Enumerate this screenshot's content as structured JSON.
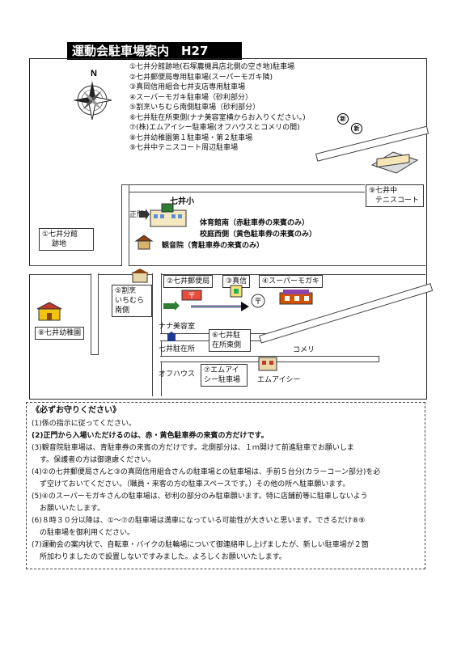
{
  "title": "運動会駐車場案内　H27",
  "map": {
    "north_label": "N",
    "legend": [
      "①七井分館跡地(石塚農機具店北側の空き地)駐車場",
      "②七井郵便局専用駐車場(スーパーモガキ隣)",
      "③真岡信用組合七井支店専用駐車場",
      "④スーパーモガキ駐車場（砂利部分）",
      "⑤割烹いちむら南側駐車場（砂利部分）",
      "⑥七井駐在所東側(ナナ美容室横からお入りください。)",
      "⑦(株)エムアイシー駐車場(オフハウスとコメリの間)",
      "⑧七井幼稚園第１駐車場・第２駐車場",
      "⑨七井中テニスコート周辺駐車場"
    ],
    "new_badge": "新",
    "labels": {
      "school": "七井小",
      "gate": "正門",
      "gym_south": "体育館南（赤駐車券の来賓のみ）",
      "school_west": "校庭西側（黄色駐車券の来賓のみ）",
      "kannonin": "観音院（青駐車券の来賓のみ）",
      "nanai_bunkan_1": "①七井分館",
      "nanai_bunkan_2": "跡地",
      "tennis_1": "⑨七井中",
      "tennis_2": "テニスコート",
      "post_office": "②七井郵便局",
      "shinshin": "③真信",
      "mogaki": "④スーパーモガキ",
      "ichimura_1": "⑤割烹",
      "ichimura_2": "いちむら",
      "ichimura_3": "南側",
      "kindergarten": "⑧七井幼稚園",
      "nana_salon": "ナナ美容室",
      "police_box": "七井駐在所",
      "police_east_1": "⑥七井駐",
      "police_east_2": "在所東側",
      "komeri": "コメリ",
      "offhouse": "オフハウス",
      "mic_box_1": "⑦エムアイ",
      "mic_box_2": "シー駐車場",
      "mic": "エムアイシー"
    }
  },
  "rules": {
    "heading": "《必ずお守りください》",
    "items": [
      "(1)係の指示に従ってください。",
      "(2)正門から入場いただけるのは、赤・黄色駐車券の来賓の方だけです。",
      "(3)観音院駐車場は、青駐車券の来賓の方だけです。北側部分は、１ｍ開けて前進駐車でお願いしま",
      "す。保護者の方は御遠慮ください。",
      "(4)②の七井郵便局さんと③の真岡信用組合さんの駐車場との駐車場は、手前５台分(カラーコーン部分)を必",
      "ず空けておいてください。（職員・来客の方の駐車スペースです。）その他の所へ駐車願います。",
      "(5)④のスーパーモガキさんの駐車場は、砂利の部分のみ駐車願います。特に店舗前等に駐車しないよう",
      "お願いいたします。",
      "(6)８時３０分以降は、①〜⑦の駐車場は満車になっている可能性が大きいと思います。できるだけ⑧⑨",
      "の駐車場を御利用ください。",
      "(7)運動会の案内状で、自転車・バイクの駐輪場について御連絡申し上げましたが、新しい駐車場が２箇",
      "所加わりましたので設置しないですみました。よろしくお願いいたします。"
    ]
  }
}
